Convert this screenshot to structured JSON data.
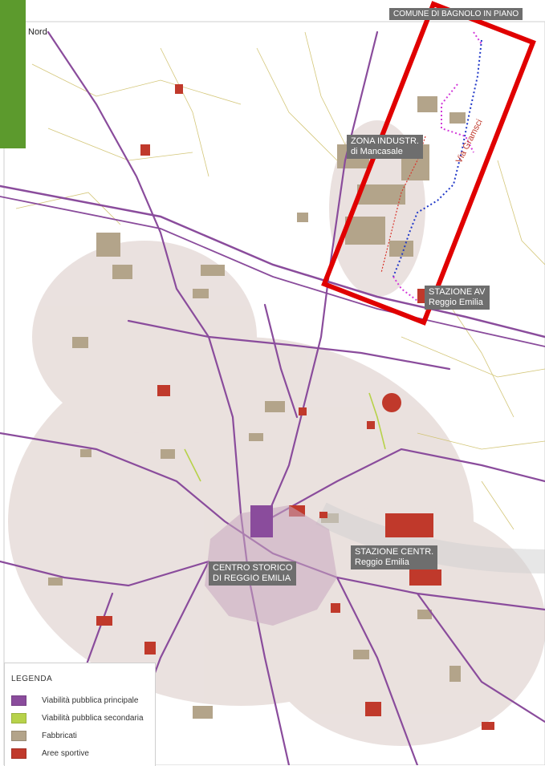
{
  "map": {
    "colors": {
      "main_road": "#8a4c9c",
      "secondary_road": "#b7d24a",
      "building": "#b3a48a",
      "sport_area": "#c0392b",
      "minor_road": "#cfc06a",
      "highlight_box": "#e00000",
      "route_blue": "#2038c8",
      "route_magenta": "#d23ad9"
    },
    "north_label": "Nord",
    "labels": {
      "comune": "COMUNE DI BAGNOLO IN PIANO",
      "zona_line1": "ZONA INDUSTR.",
      "zona_line2": "di Mancasale",
      "stazione_av_line1": "STAZIONE AV",
      "stazione_av_line2": "Reggio Emilia",
      "stazione_centr_line1": "STAZIONE CENTR.",
      "stazione_centr_line2": "Reggio Emilia",
      "centro_line1": "CENTRO STORICO",
      "centro_line2": "DI REGGIO EMILIA",
      "via_gramsci": "Via Gramsci"
    }
  },
  "legend": {
    "title": "LEGENDA",
    "items": [
      {
        "label": "Viabilità pubblica principale",
        "color": "#8a4c9c"
      },
      {
        "label": "Viabilità pubblica secondaria",
        "color": "#b7d24a"
      },
      {
        "label": "Fabbricati",
        "color": "#b3a48a"
      },
      {
        "label": "Aree sportive",
        "color": "#c0392b"
      }
    ]
  }
}
